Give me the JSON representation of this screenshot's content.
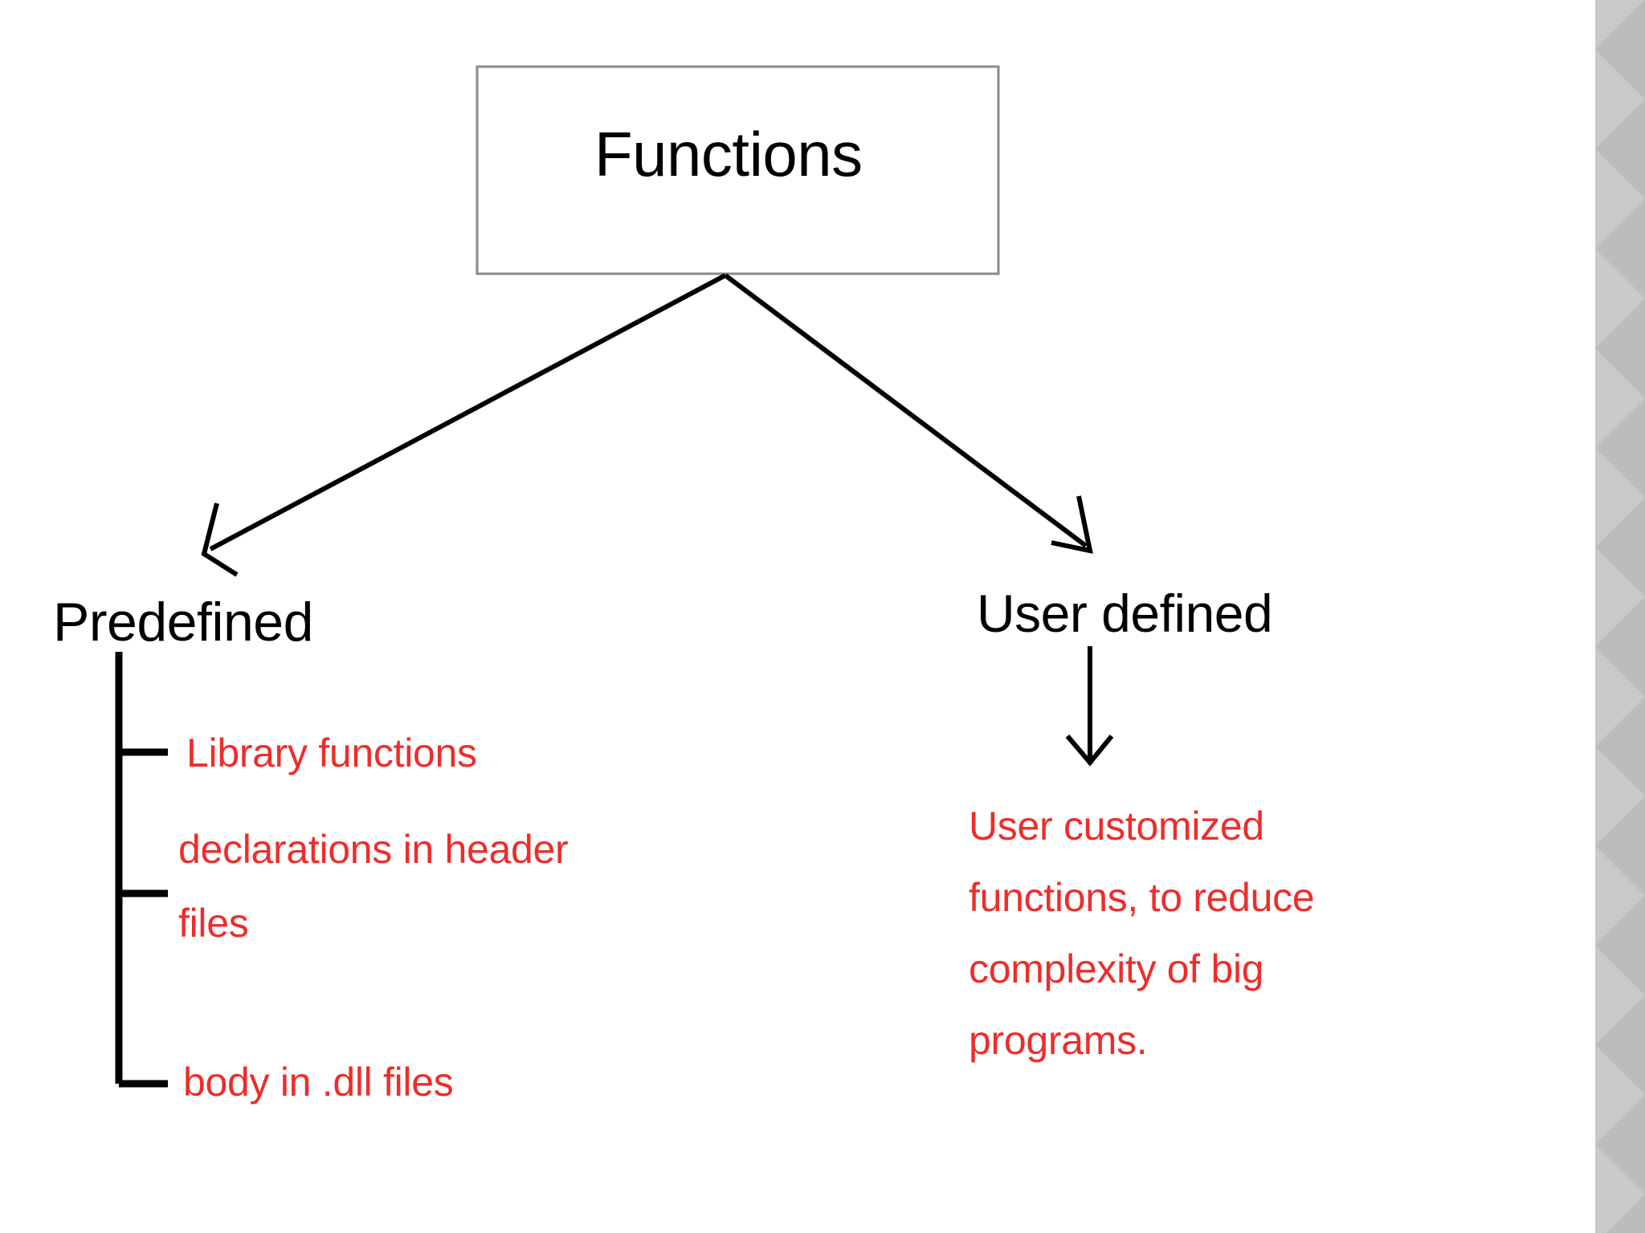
{
  "diagram": {
    "title": "Functions",
    "root": {
      "label": "Functions",
      "shape": "rectangle",
      "border_color": "#808080",
      "text_color": "#000000"
    },
    "branches": [
      {
        "label": "Predefined",
        "text_color": "#000000",
        "children": [
          {
            "label": "Library functions",
            "text_color": "#ee2d2a"
          },
          {
            "label": "declarations in header files",
            "text_color": "#ee2d2a"
          },
          {
            "label": "body in .dll files",
            "text_color": "#ee2d2a"
          }
        ]
      },
      {
        "label": "User defined",
        "text_color": "#000000",
        "children": [
          {
            "label": "User customized functions, to reduce complexity of big programs.",
            "text_color": "#ee2d2a"
          }
        ]
      }
    ],
    "connectors": [
      {
        "name": "root-to-predefined",
        "type": "arrow",
        "direction": "down-left"
      },
      {
        "name": "root-to-userdefined",
        "type": "arrow",
        "direction": "down-right"
      },
      {
        "name": "predefined-bracket",
        "type": "tree-bracket",
        "direction": "down"
      },
      {
        "name": "userdefined-to-description",
        "type": "arrow",
        "direction": "down"
      }
    ],
    "colors": {
      "background": "#ffffff",
      "line": "#000000",
      "box_border": "#808080",
      "accent_red": "#ee2d2a",
      "side_band": "#bcbcbc"
    }
  }
}
